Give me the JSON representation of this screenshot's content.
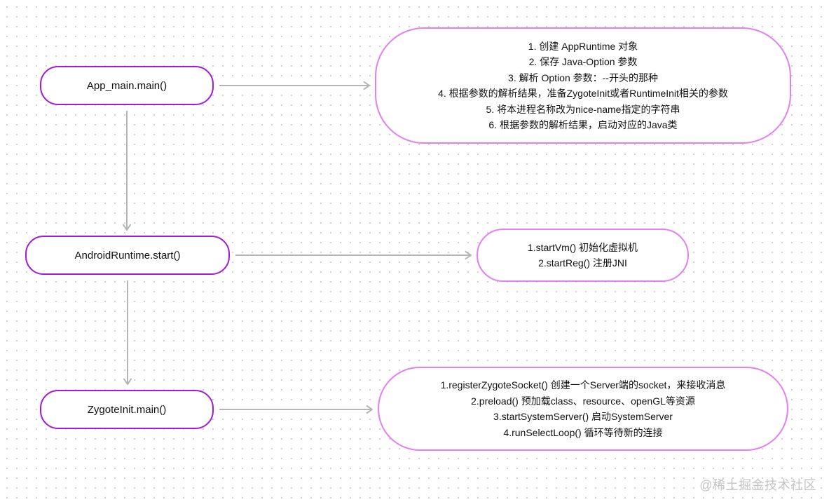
{
  "diagram": {
    "nodes": [
      {
        "id": "app_main",
        "label": "App_main.main()"
      },
      {
        "id": "android_runtime",
        "label": "AndroidRuntime.start()"
      },
      {
        "id": "zygote_init",
        "label": "ZygoteInit.main()"
      }
    ],
    "notes": [
      {
        "id": "app_main_note",
        "lines": [
          "1. 创建 AppRuntime 对象",
          "2. 保存 Java-Option 参数",
          "3. 解析 Option 参数：--开头的那种",
          "4. 根据参数的解析结果，准备ZygoteInit或者RuntimeInit相关的参数",
          "5. 将本进程名称改为nice-name指定的字符串",
          "6. 根据参数的解析结果，启动对应的Java类"
        ]
      },
      {
        "id": "android_runtime_note",
        "lines": [
          "1.startVm() 初始化虚拟机",
          "2.startReg() 注册JNI"
        ]
      },
      {
        "id": "zygote_init_note",
        "lines": [
          "1.registerZygoteSocket() 创建一个Server端的socket，来接收消息",
          "2.preload() 预加载class、resource、openGL等资源",
          "3.startSystemServer() 启动SystemServer",
          "4.runSelectLoop() 循环等待新的连接"
        ]
      }
    ],
    "edges": [
      {
        "from": "app_main",
        "to": "android_runtime"
      },
      {
        "from": "android_runtime",
        "to": "zygote_init"
      },
      {
        "from": "app_main",
        "to": "app_main_note"
      },
      {
        "from": "android_runtime",
        "to": "android_runtime_note"
      },
      {
        "from": "zygote_init",
        "to": "zygote_init_note"
      }
    ],
    "colors": {
      "node_border": "#a21bd6",
      "note_border": "#e27ff2",
      "edge": "#b5b5b5"
    }
  },
  "watermark": "@稀土掘金技术社区"
}
